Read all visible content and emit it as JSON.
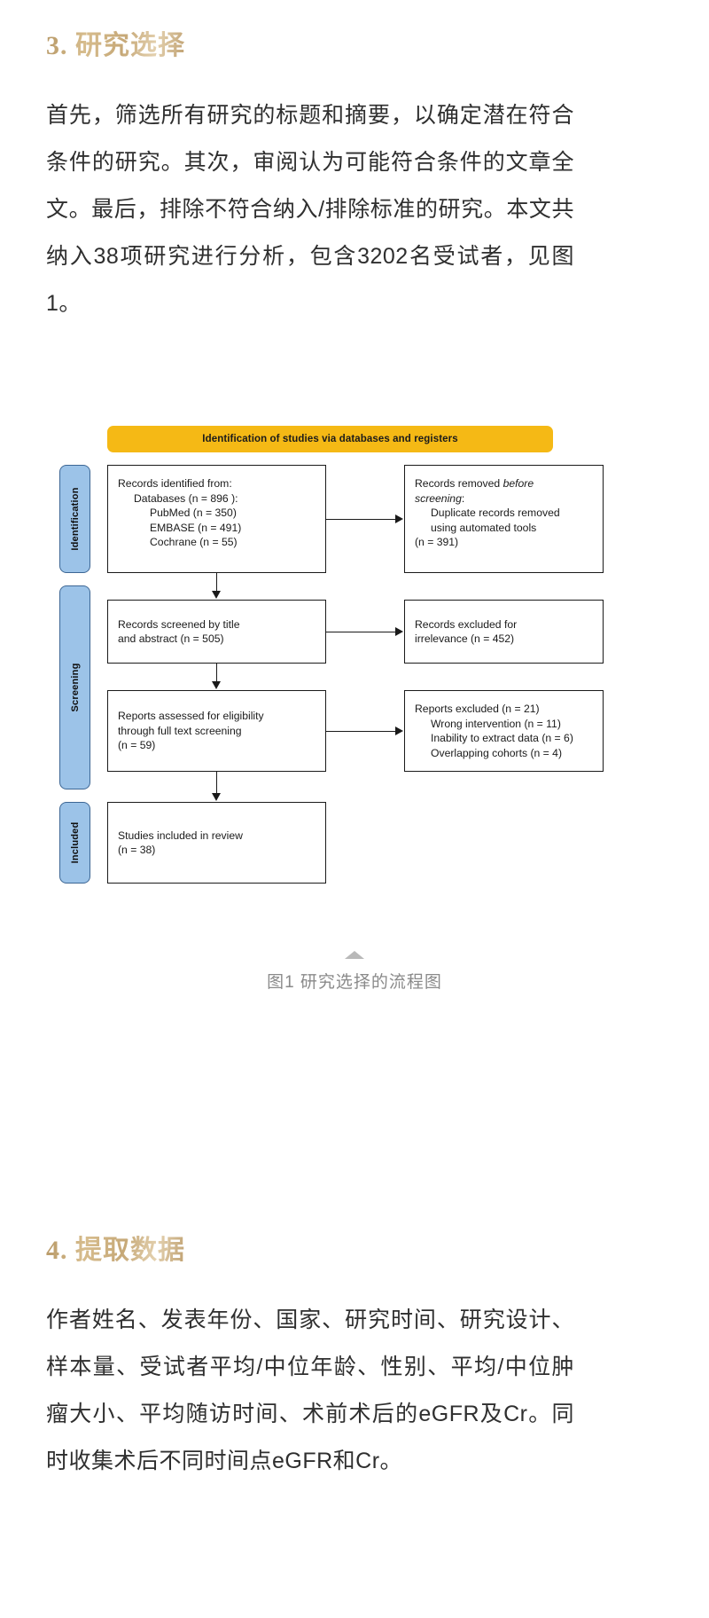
{
  "sections": {
    "section3": {
      "heading": "3. 研究选择",
      "paragraph": "首先，筛选所有研究的标题和摘要，以确定潜在符合条件的研究。其次，审阅认为可能符合条件的文章全文。最后，排除不符合纳入/排除标准的研究。本文共纳入38项研究进行分析，包含3202名受试者，见图1。"
    },
    "section4": {
      "heading": "4. 提取数据",
      "paragraph": "作者姓名、发表年份、国家、研究时间、研究设计、样本量、受试者平均/中位年龄、性别、平均/中位肿瘤大小、平均随访时间、术前术后的eGFR及Cr。同时收集术后不同时间点eGFR和Cr。"
    }
  },
  "figure": {
    "caption": "图1 研究选择的流程图",
    "banner": "Identification of studies via databases and registers",
    "stage_labels": {
      "identification": "Identification",
      "screening": "Screening",
      "included": "Included"
    },
    "boxes": {
      "identified": {
        "line1": "Records identified from:",
        "line2": "Databases (n =  896 ):",
        "line3": "PubMed (n = 350)",
        "line4": "EMBASE (n = 491)",
        "line5": "Cochrane (n = 55)"
      },
      "removed": {
        "line1": "Records removed ",
        "line1_italic": "before",
        "line2_italic": "screening",
        "line2_tail": ":",
        "line3": "Duplicate records removed",
        "line4": "using automated tools",
        "line5": "(n = 391)"
      },
      "screened": {
        "line1": "Records screened by title",
        "line2": "and abstract (n = 505)"
      },
      "excluded_irrelevance": {
        "line1": "Records excluded for",
        "line2": "irrelevance (n = 452)"
      },
      "assessed": {
        "line1": "Reports assessed for eligibility",
        "line2": "through full text screening",
        "line3": "(n = 59)"
      },
      "excluded_reports": {
        "line1": "Reports excluded (n = 21)",
        "line2": "Wrong intervention (n = 11)",
        "line3": "Inability to extract data (n = 6)",
        "line4": "Overlapping cohorts (n = 4)"
      },
      "included": {
        "line1": "Studies included in review",
        "line2": "(n = 38)"
      }
    }
  },
  "colors": {
    "heading_gold": "#c2a372",
    "banner_yellow": "#f5b915",
    "stage_tab_blue": "#9cc3e8",
    "stage_tab_border": "#3c6694",
    "box_border": "#1a1a1a",
    "caption_gray": "#8a8a8a"
  }
}
